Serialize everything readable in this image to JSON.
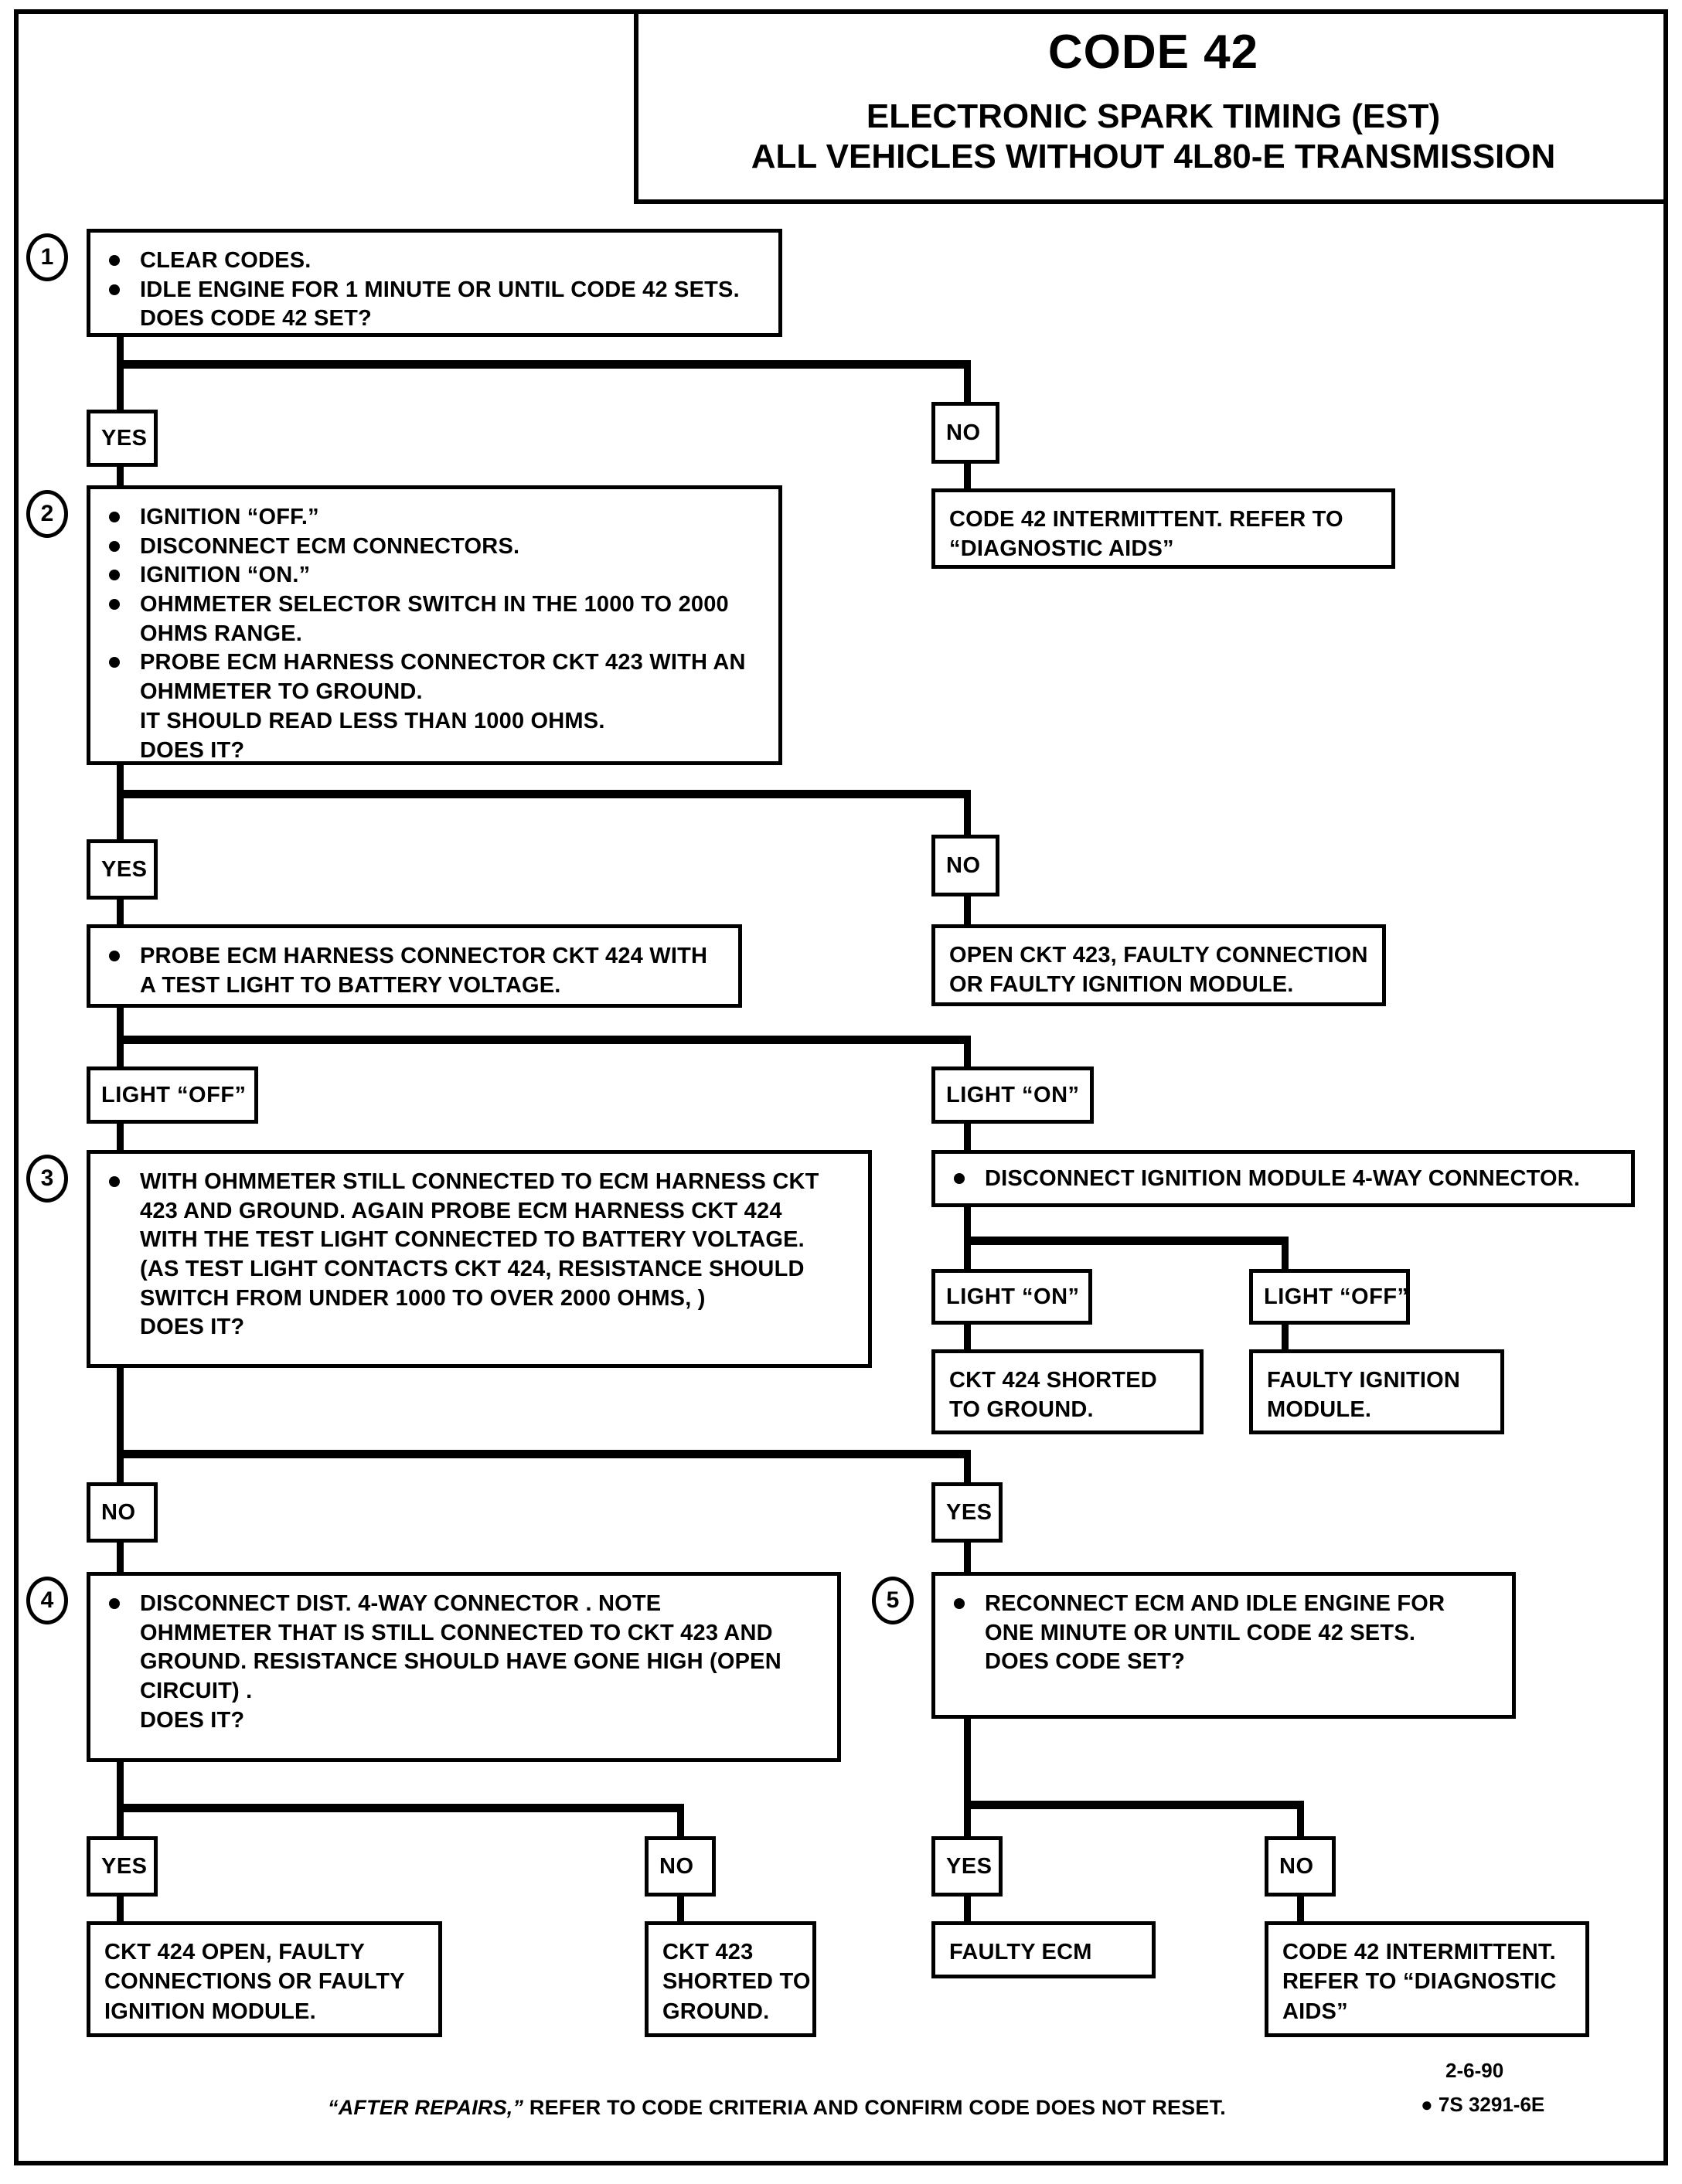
{
  "title": {
    "code": "CODE 42",
    "line1": "ELECTRONIC SPARK TIMING (EST)",
    "line2": "ALL VEHICLES WITHOUT 4L80-E TRANSMISSION"
  },
  "steps": {
    "s1": {
      "number": "1",
      "lines": [
        "CLEAR CODES.",
        "IDLE ENGINE FOR 1 MINUTE OR UNTIL CODE 42 SETS.",
        "DOES CODE 42 SET?"
      ]
    },
    "s2": {
      "number": "2",
      "lines": [
        "IGNITION “OFF.”",
        "DISCONNECT ECM CONNECTORS.",
        "IGNITION “ON.”",
        "OHMMETER SELECTOR SWITCH IN THE 1000 TO 2000",
        "OHMS RANGE.",
        "PROBE ECM HARNESS CONNECTOR CKT 423  WITH AN",
        "OHMMETER TO GROUND.",
        "IT SHOULD READ LESS THAN 1000 OHMS.",
        "DOES IT?"
      ]
    },
    "s2b": {
      "lines": [
        "PROBE ECM HARNESS CONNECTOR CKT 424 WITH",
        "A TEST LIGHT TO BATTERY VOLTAGE."
      ]
    },
    "s3": {
      "number": "3",
      "lines": [
        "WITH OHMMETER STILL CONNECTED TO ECM HARNESS CKT",
        "423 AND GROUND.  AGAIN PROBE ECM HARNESS CKT 424",
        "WITH THE TEST LIGHT CONNECTED TO BATTERY VOLTAGE.",
        "(AS TEST LIGHT CONTACTS CKT 424, RESISTANCE SHOULD",
        "SWITCH FROM UNDER 1000 TO OVER 2000 OHMS, )",
        "DOES IT?"
      ]
    },
    "s3r": {
      "lines": [
        "DISCONNECT IGNITION MODULE 4-WAY CONNECTOR."
      ]
    },
    "s4": {
      "number": "4",
      "lines": [
        "DISCONNECT DIST. 4-WAY CONNECTOR .  NOTE",
        "OHMMETER THAT IS STILL CONNECTED TO CKT 423  AND",
        "GROUND. RESISTANCE SHOULD HAVE GONE HIGH (OPEN",
        "CIRCUIT) .",
        "DOES IT?"
      ]
    },
    "s5": {
      "number": "5",
      "lines": [
        "RECONNECT ECM AND IDLE ENGINE FOR",
        "ONE MINUTE OR UNTIL CODE 42 SETS.",
        "DOES CODE SET?"
      ]
    }
  },
  "labels": {
    "yes1": "YES",
    "no1": "NO",
    "yes2": "YES",
    "no2": "NO",
    "light_off_1": "LIGHT “OFF”",
    "light_on_1": "LIGHT “ON”",
    "light_on_2": "LIGHT “ON”",
    "light_off_2": "LIGHT “OFF”",
    "no3": "NO",
    "yes3": "YES",
    "yes4": "YES",
    "no4": "NO",
    "yes5": "YES",
    "no5": "NO"
  },
  "terminals": {
    "t_intermittent_top": [
      "CODE 42 INTERMITTENT.  REFER TO",
      "“DIAGNOSTIC AIDS”"
    ],
    "t_open423": [
      "OPEN CKT 423, FAULTY CONNECTION",
      "OR FAULTY IGNITION MODULE."
    ],
    "t_424shorted": [
      "CKT 424  SHORTED",
      "TO GROUND."
    ],
    "t_faulty_ign": [
      "FAULTY IGNITION",
      "MODULE."
    ],
    "t_424open": [
      "CKT 424 OPEN, FAULTY",
      "CONNECTIONS OR FAULTY",
      "IGNITION MODULE."
    ],
    "t_423shorted": [
      "CKT 423",
      "SHORTED TO",
      "GROUND."
    ],
    "t_faulty_ecm": [
      "FAULTY ECM"
    ],
    "t_intermittent_bottom": [
      "CODE 42 INTERMITTENT.",
      "REFER TO “DIAGNOSTIC",
      "AIDS”"
    ]
  },
  "footer": {
    "note_quote": "“AFTER REPAIRS,”",
    "note_rest": " REFER TO CODE CRITERIA  AND CONFIRM CODE DOES NOT RESET.",
    "date": "2-6-90",
    "partno": "● 7S 3291-6E"
  },
  "colors": {
    "ink": "#000000",
    "paper": "#ffffff"
  }
}
